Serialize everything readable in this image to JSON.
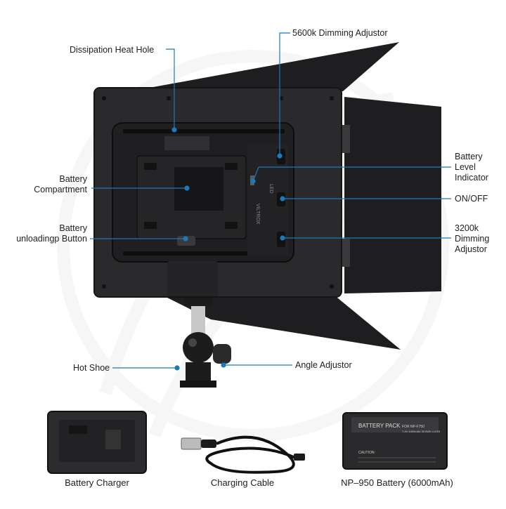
{
  "callouts": {
    "dissipation_heat_hole": "Dissipation Heat Hole",
    "dimming_5600k": "5600k Dimming Adjustor",
    "battery_compartment": "Battery\nCompartment",
    "battery_level_indicator": "Battery\nLevel\nIndicator",
    "on_off": "ON/OFF",
    "battery_unloading_button": "Battery\nunloadingp Button",
    "dimming_3200k": "3200k\nDimming\nAdjustor",
    "hot_shoe": "Hot Shoe",
    "angle_adjustor": "Angle Adjustor"
  },
  "accessories": {
    "charger": "Battery Charger",
    "cable": "Charging Cable",
    "battery": "NP–950 Battery (6000mAh)"
  },
  "battery_print": {
    "pack": "BATTERY PACK",
    "model": "FOR NP-F750",
    "spec": "7.4V 4400mAh 30.5Wh LI-ION",
    "caution": "CAUTION:"
  },
  "panel_print": {
    "brand": "VILTROX",
    "led": "LED"
  },
  "colors": {
    "callout_line": "#1b7bb8",
    "panel": "#2a2a2c",
    "barn_door": "#1e1e20"
  }
}
